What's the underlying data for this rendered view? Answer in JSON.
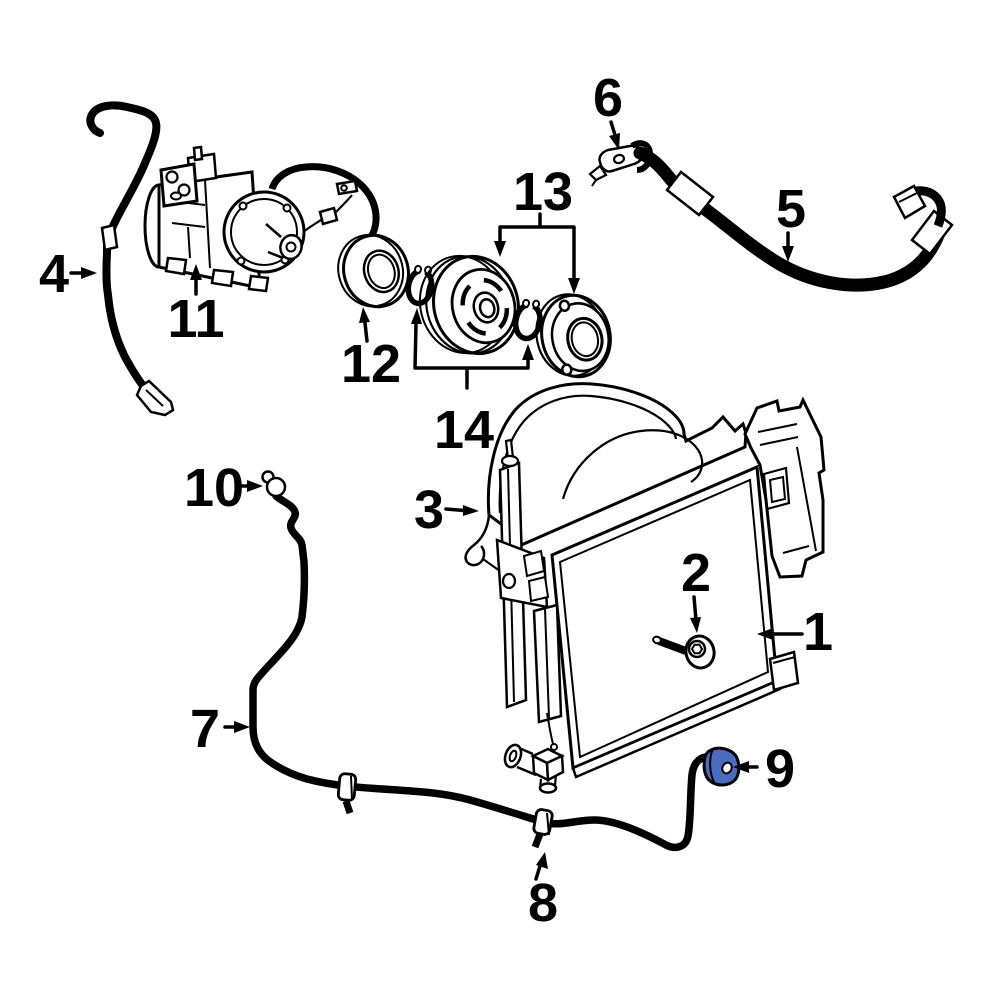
{
  "diagram": {
    "background": "#ffffff",
    "line_color": "#000000",
    "highlight_color": "#4a6cbf",
    "highlighted_callout": "9",
    "callouts": [
      {
        "label": "1"
      },
      {
        "label": "2"
      },
      {
        "label": "3"
      },
      {
        "label": "4"
      },
      {
        "label": "5"
      },
      {
        "label": "6"
      },
      {
        "label": "7"
      },
      {
        "label": "8"
      },
      {
        "label": "9"
      },
      {
        "label": "10"
      },
      {
        "label": "11"
      },
      {
        "label": "12"
      },
      {
        "label": "13"
      },
      {
        "label": "14"
      }
    ]
  }
}
